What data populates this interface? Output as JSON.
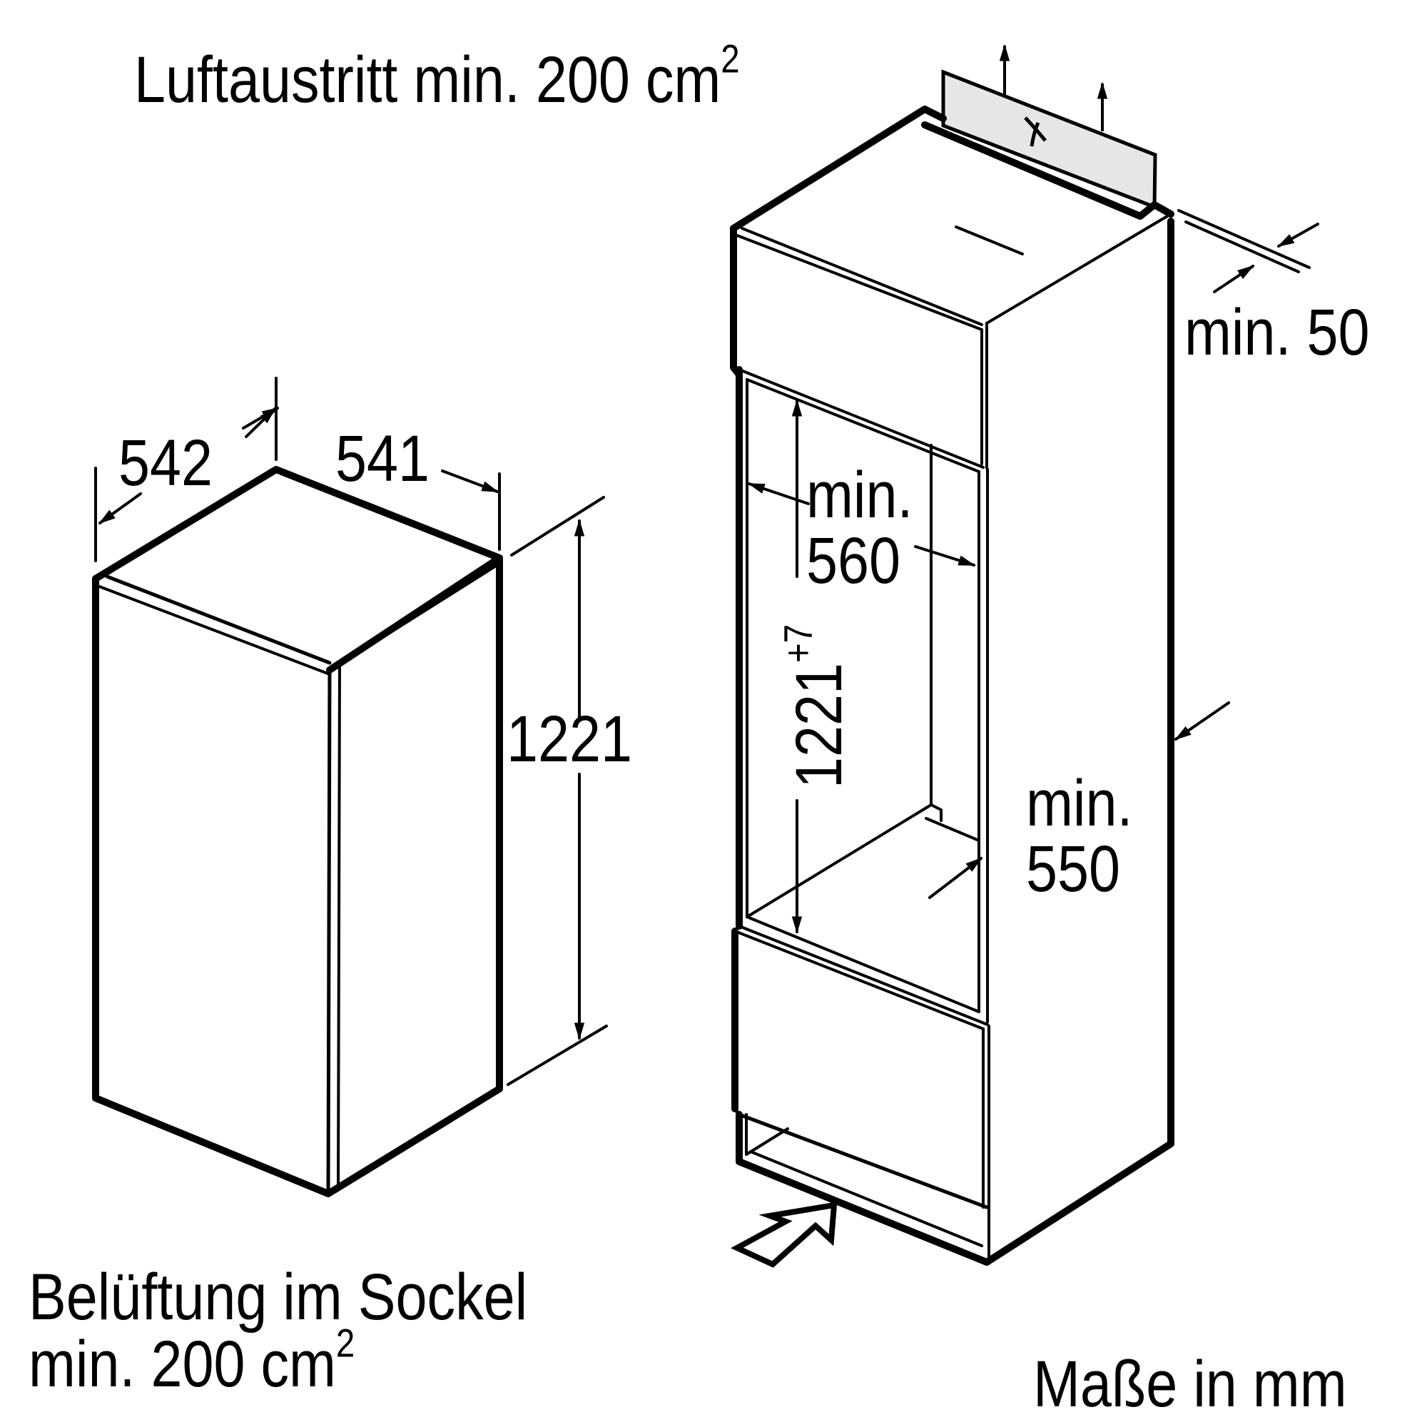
{
  "title": {
    "air_outlet": "Luftaustritt min. 200 cm",
    "air_outlet_sup": "2"
  },
  "appliance": {
    "depth": "542",
    "width": "541",
    "height": "1221"
  },
  "niche": {
    "top_clearance": "min. 50",
    "width_label_line1": "min.",
    "width_label_line2": "560",
    "height_value": "1221",
    "height_tolerance": "+7",
    "depth_label_line1": "min.",
    "depth_label_line2": "550"
  },
  "footer": {
    "plinth_ventilation_line1": "Belüftung im Sockel",
    "plinth_ventilation_line2": "min. 200 cm",
    "plinth_ventilation_sup": "2",
    "units_note": "Maße in mm"
  },
  "colors": {
    "line": "#000000",
    "vent_fill": "#e6e6e6",
    "background": "#ffffff"
  }
}
